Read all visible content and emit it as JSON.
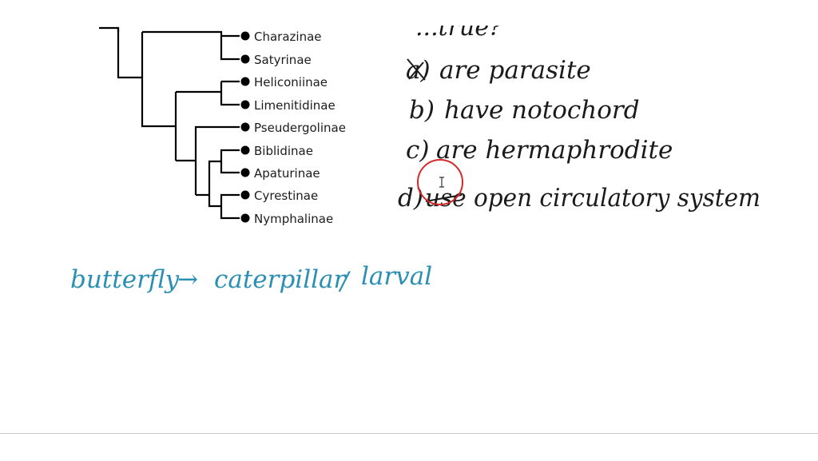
{
  "tree": {
    "leaves": [
      "Charazinae",
      "Satyrinae",
      "Heliconiinae",
      "Limenitidinae",
      "Pseudergolinae",
      "Biblidinae",
      "Apaturinae",
      "Cyrestinae",
      "Nymphalinae"
    ]
  },
  "question": {
    "stem_fragment": "...true?",
    "options": [
      {
        "letter": "a)",
        "text": "are parasite"
      },
      {
        "letter": "b)",
        "text": "have notochord"
      },
      {
        "letter": "c)",
        "text": "are hermaphrodite"
      },
      {
        "letter": "d)",
        "text": "use open circulatory system"
      }
    ]
  },
  "note": {
    "from": "butterfly",
    "arrow": "→",
    "to": "caterpillar",
    "separator": "/",
    "stage": "larval"
  },
  "colors": {
    "tree_line": "#000000",
    "ink": "#1a1a1a",
    "note_ink": "#2a8fb3",
    "cursor_ring": "#d62828"
  }
}
